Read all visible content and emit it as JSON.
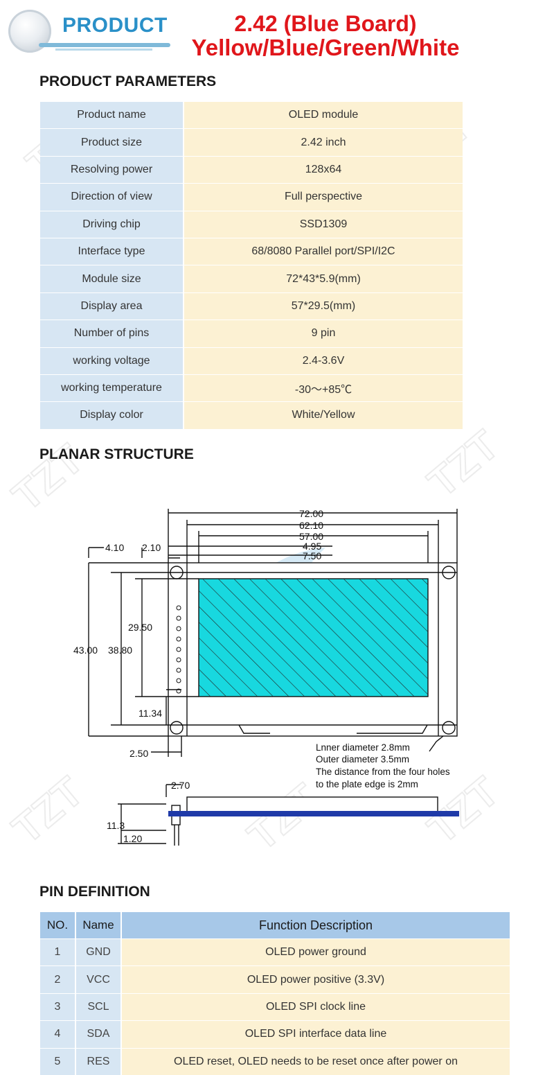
{
  "header": {
    "logo_text": "PRODUCT",
    "title_line1": "2.42  (Blue Board)",
    "title_line2": "Yellow/Blue/Green/White"
  },
  "watermark": {
    "brand": "TZT"
  },
  "params_section": {
    "title": "PRODUCT PARAMETERS",
    "rows": [
      {
        "label": "Product name",
        "value": "OLED module"
      },
      {
        "label": "Product size",
        "value": "2.42 inch"
      },
      {
        "label": "Resolving power",
        "value": "128x64"
      },
      {
        "label": "Direction of view",
        "value": "Full perspective"
      },
      {
        "label": "Driving chip",
        "value": "SSD1309"
      },
      {
        "label": "Interface type",
        "value": "68/8080 Parallel port/SPI/I2C"
      },
      {
        "label": "Module size",
        "value": "72*43*5.9(mm)"
      },
      {
        "label": "Display area",
        "value": "57*29.5(mm)"
      },
      {
        "label": "Number of pins",
        "value": "9 pin"
      },
      {
        "label": "working voltage",
        "value": "2.4-3.6V"
      },
      {
        "label": "working temperature",
        "value": "-30～+85℃"
      },
      {
        "label": "Display color",
        "value": "White/Yellow"
      }
    ]
  },
  "planar_section": {
    "title": "PLANAR STRUCTURE",
    "dims": {
      "d72": "72.00",
      "d62": "62.10",
      "d57": "57.00",
      "d495": "4.95",
      "d750": "7.50",
      "d410": "4.10",
      "d210": "2.10",
      "d2950": "29.50",
      "d4300": "43.00",
      "d3880": "38.80",
      "d1134": "11.34",
      "d250": "2.50",
      "d270": "2.70",
      "d113": "11.3",
      "d120": "1.20"
    },
    "notes": [
      "Lnner diameter 2.8mm",
      "Outer diameter 3.5mm",
      "The distance from the four holes",
      "to the plate edge is 2mm"
    ]
  },
  "pin_section": {
    "title": "PIN DEFINITION",
    "headers": {
      "no": "NO.",
      "name": "Name",
      "function": "Function Description"
    },
    "rows": [
      {
        "no": "1",
        "name": "GND",
        "function": "OLED power ground"
      },
      {
        "no": "2",
        "name": "VCC",
        "function": "OLED power positive (3.3V)"
      },
      {
        "no": "3",
        "name": "SCL",
        "function": "OLED SPI clock line"
      },
      {
        "no": "4",
        "name": "SDA",
        "function": "OLED SPI interface data line"
      },
      {
        "no": "5",
        "name": "RES",
        "function": "OLED reset, OLED needs to be reset once after power on"
      }
    ]
  },
  "colors": {
    "title_red": "#e0161b",
    "logo_blue": "#2a90c8",
    "label_cell": "#d7e6f3",
    "value_cell": "#fcf1d3",
    "pin_header": "#a7c8e8",
    "display_cyan": "#18d8df",
    "pcb_blue": "#1f3aa8"
  }
}
